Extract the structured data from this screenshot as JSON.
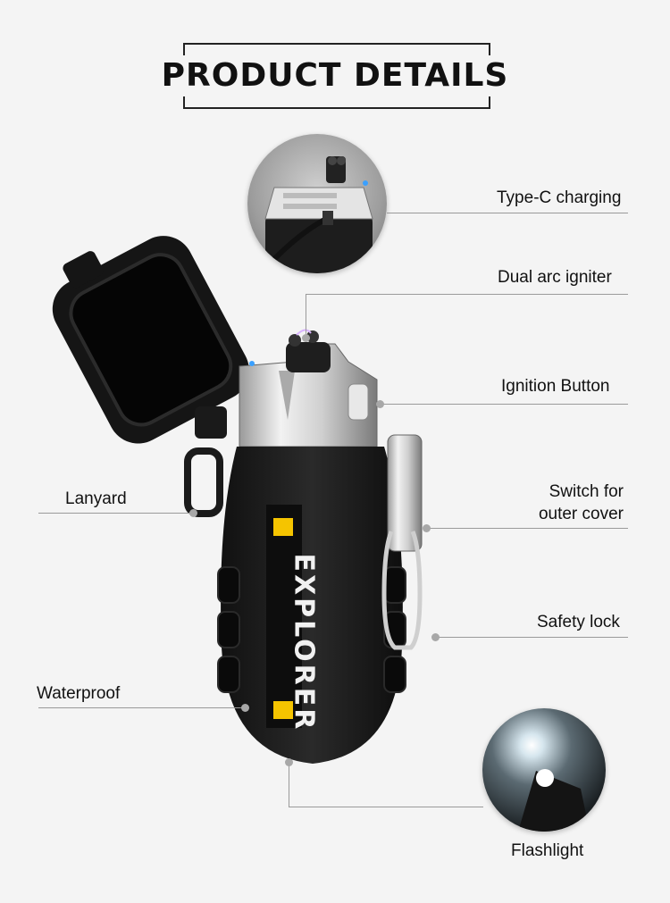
{
  "title": "PRODUCT DETAILS",
  "brand_text": "EXPLORER",
  "labels": {
    "type_c": "Type-C charging",
    "dual_arc": "Dual arc igniter",
    "ignition": "Ignition Button",
    "switch_line1": "Switch for",
    "switch_line2": "outer cover",
    "safety": "Safety lock",
    "lanyard": "Lanyard",
    "waterproof": "Waterproof",
    "flashlight": "Flashlight"
  },
  "colors": {
    "background": "#f4f4f4",
    "accent_yellow": "#f5c400",
    "body_black": "#1b1b1b",
    "chrome": "#d8d8d8"
  }
}
